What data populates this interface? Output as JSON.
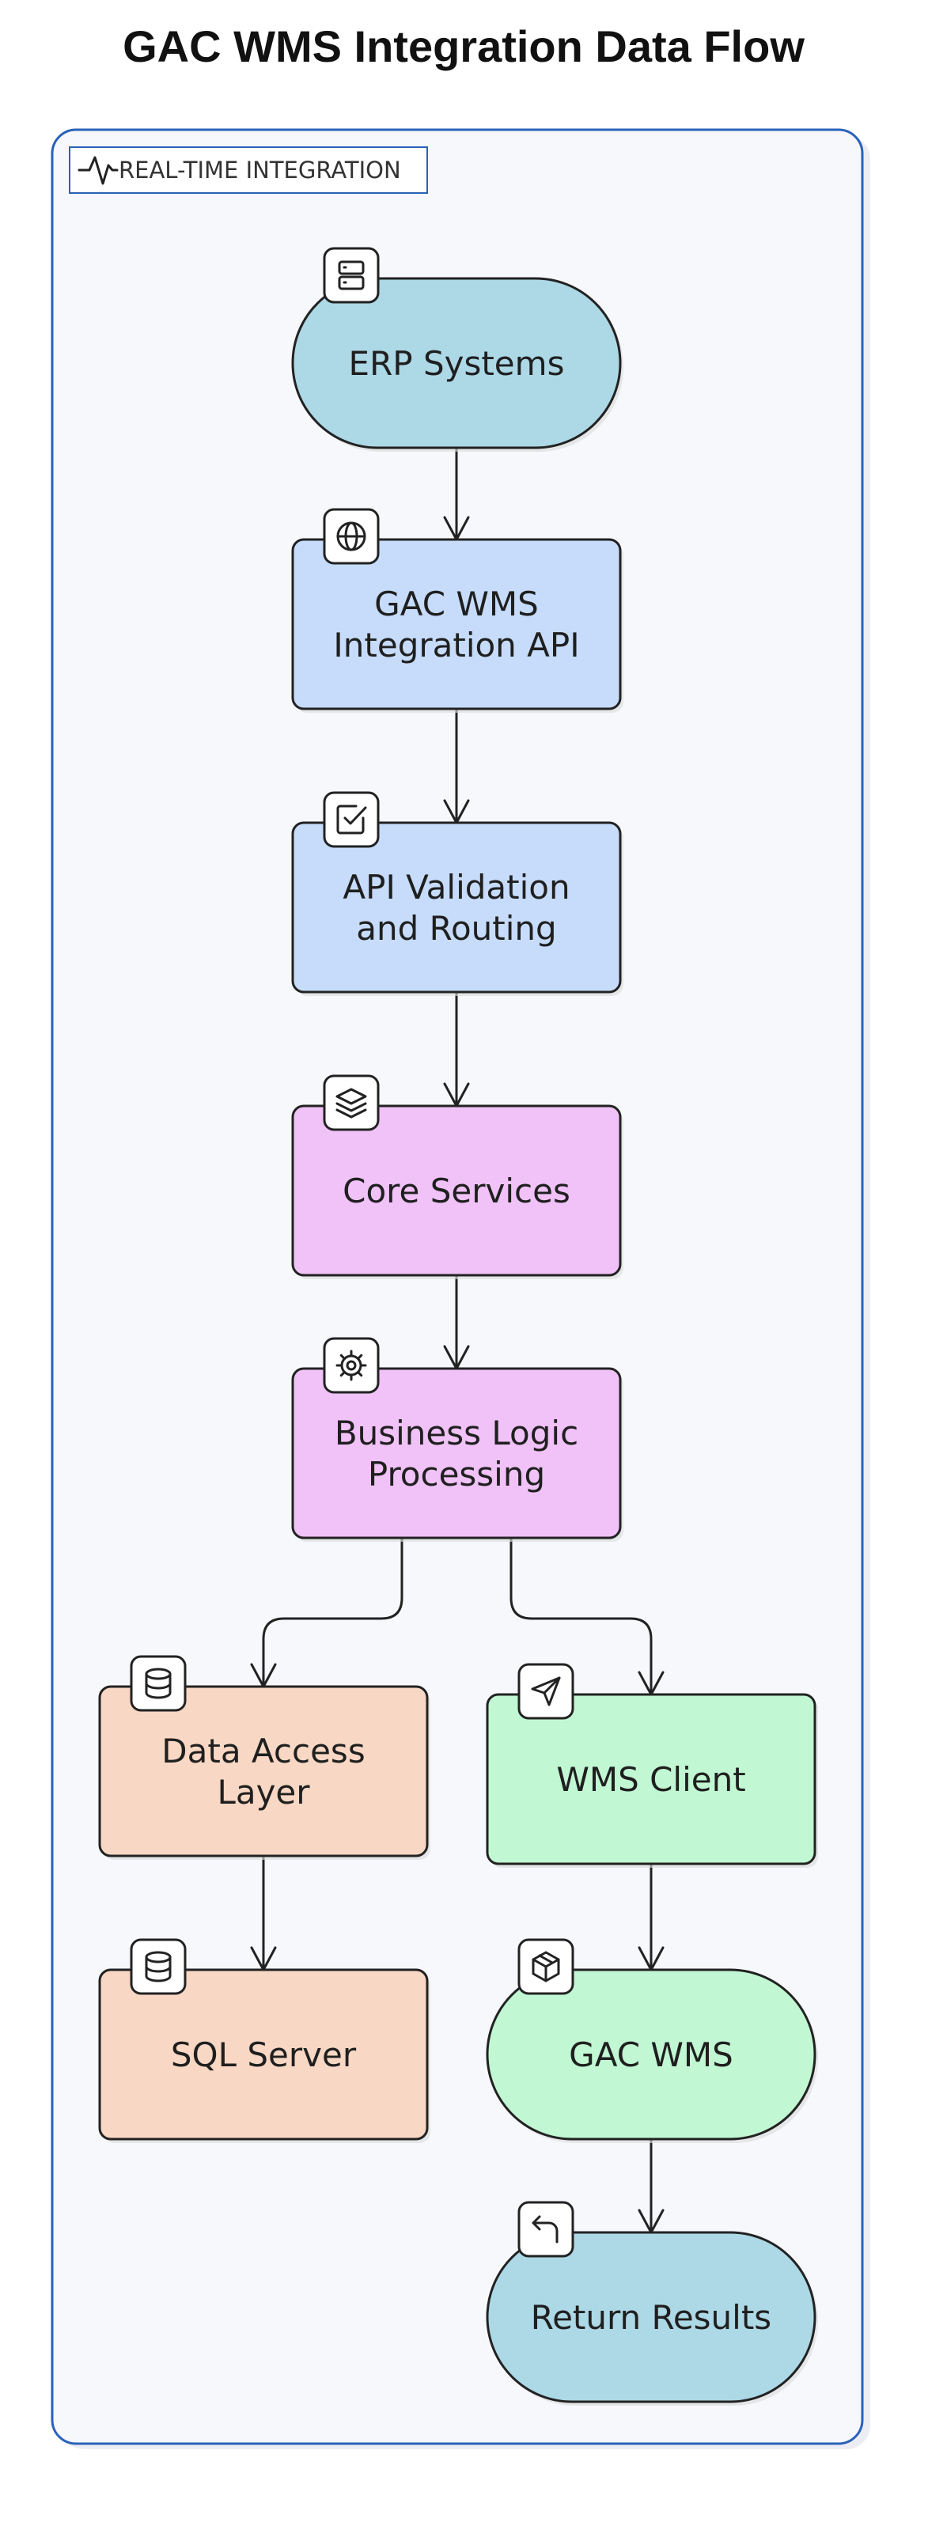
{
  "title": "GAC WMS Integration Data Flow",
  "group": {
    "label": "REAL-TIME INTEGRATION",
    "label_icon": "activity-icon"
  },
  "colors": {
    "endpoint": "#add8e6",
    "api": "#c6dcfa",
    "core": "#f0c2f7",
    "data": "#f8d8c4",
    "wms": "#c1f7d3",
    "group_border": "#2a62b8",
    "group_fill": "#f7f8fc"
  },
  "nodes": [
    {
      "id": "erp-systems",
      "lines": [
        "ERP Systems"
      ],
      "shape": "stadium",
      "color": "endpoint",
      "icon": "server-icon"
    },
    {
      "id": "gac-wms-integration-api",
      "lines": [
        "GAC WMS",
        "Integration API"
      ],
      "shape": "rect",
      "color": "api",
      "icon": "globe-icon"
    },
    {
      "id": "api-validation-and-routing",
      "lines": [
        "API Validation",
        "and Routing"
      ],
      "shape": "rect",
      "color": "api",
      "icon": "check-square-icon"
    },
    {
      "id": "core-services",
      "lines": [
        "Core Services"
      ],
      "shape": "rect",
      "color": "core",
      "icon": "layers-icon"
    },
    {
      "id": "business-logic-processing",
      "lines": [
        "Business Logic",
        "Processing"
      ],
      "shape": "rect",
      "color": "core",
      "icon": "gear-icon"
    },
    {
      "id": "data-access-layer",
      "lines": [
        "Data Access",
        "Layer"
      ],
      "shape": "rect",
      "color": "data",
      "icon": "database-icon"
    },
    {
      "id": "sql-server",
      "lines": [
        "SQL Server"
      ],
      "shape": "rect",
      "color": "data",
      "icon": "database-icon"
    },
    {
      "id": "wms-client",
      "lines": [
        "WMS Client"
      ],
      "shape": "rect",
      "color": "wms",
      "icon": "send-icon"
    },
    {
      "id": "gac-wms",
      "lines": [
        "GAC WMS"
      ],
      "shape": "stadium",
      "color": "wms",
      "icon": "package-icon"
    },
    {
      "id": "return-results",
      "lines": [
        "Return Results"
      ],
      "shape": "stadium",
      "color": "endpoint",
      "icon": "return-icon"
    }
  ],
  "edges": [
    {
      "from": "erp-systems",
      "to": "gac-wms-integration-api"
    },
    {
      "from": "gac-wms-integration-api",
      "to": "api-validation-and-routing"
    },
    {
      "from": "api-validation-and-routing",
      "to": "core-services"
    },
    {
      "from": "core-services",
      "to": "business-logic-processing"
    },
    {
      "from": "business-logic-processing",
      "to": "data-access-layer"
    },
    {
      "from": "business-logic-processing",
      "to": "wms-client"
    },
    {
      "from": "data-access-layer",
      "to": "sql-server"
    },
    {
      "from": "wms-client",
      "to": "gac-wms"
    },
    {
      "from": "gac-wms",
      "to": "return-results"
    }
  ]
}
